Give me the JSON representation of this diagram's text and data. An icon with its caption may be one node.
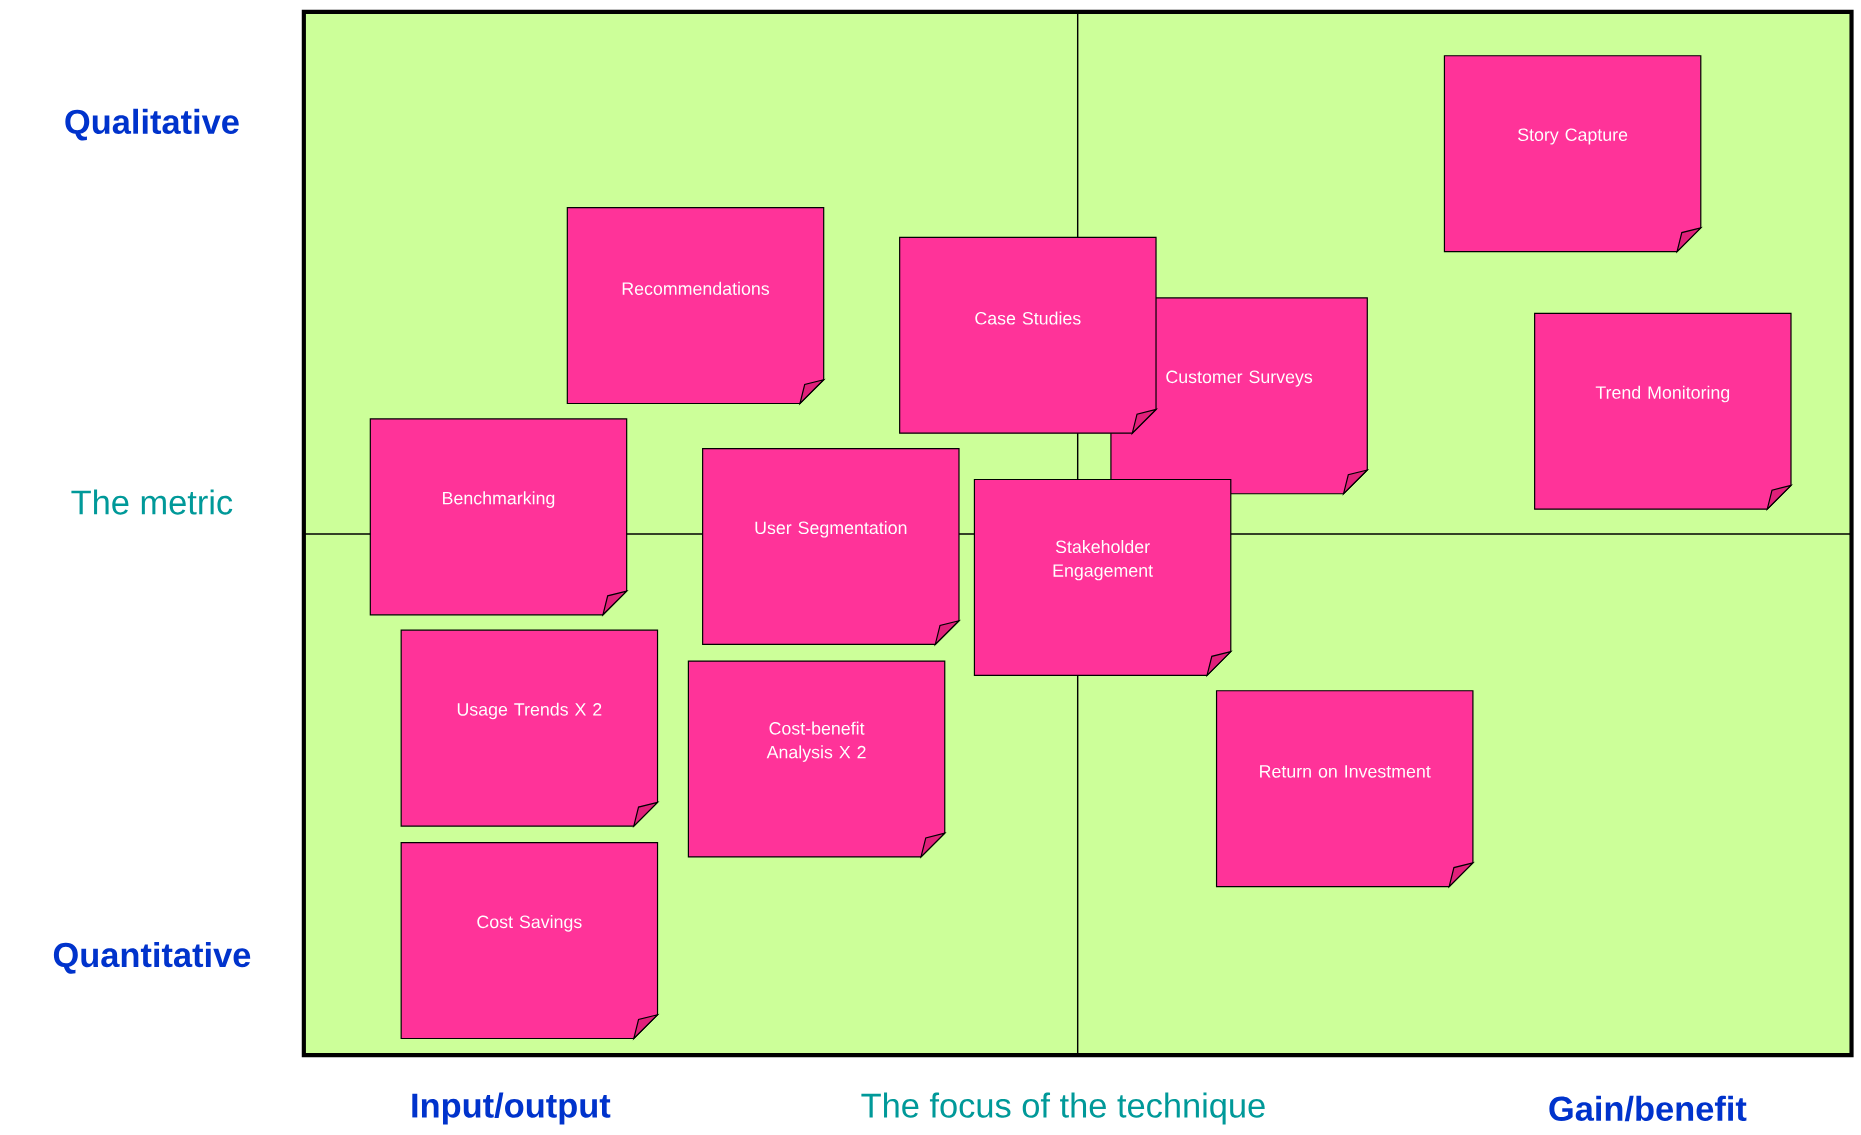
{
  "diagram": {
    "nodes": [
      {
        "text": [
          "Story Capture"
        ]
      },
      {
        "text": [
          "Recommendations"
        ]
      },
      {
        "text": [
          "Customer Surveys"
        ]
      },
      {
        "text": [
          "Case Studies"
        ]
      },
      {
        "text": [
          "Trend Monitoring"
        ]
      },
      {
        "text": [
          "Benchmarking"
        ]
      },
      {
        "text": [
          "User Segmentation"
        ]
      },
      {
        "text": [
          "Stakeholder Engagement"
        ]
      },
      {
        "text": [
          "Usage Trends X 2"
        ]
      },
      {
        "text": [
          "Cost-benefit Analysis X 2"
        ]
      },
      {
        "text": [
          "Return on Investment"
        ]
      },
      {
        "text": [
          "Cost Savings"
        ]
      }
    ],
    "labels": [
      "Qualitative",
      "The metric",
      "Quantitative",
      "Input/output",
      "The focus of the technique",
      "Gain/benefit"
    ]
  }
}
